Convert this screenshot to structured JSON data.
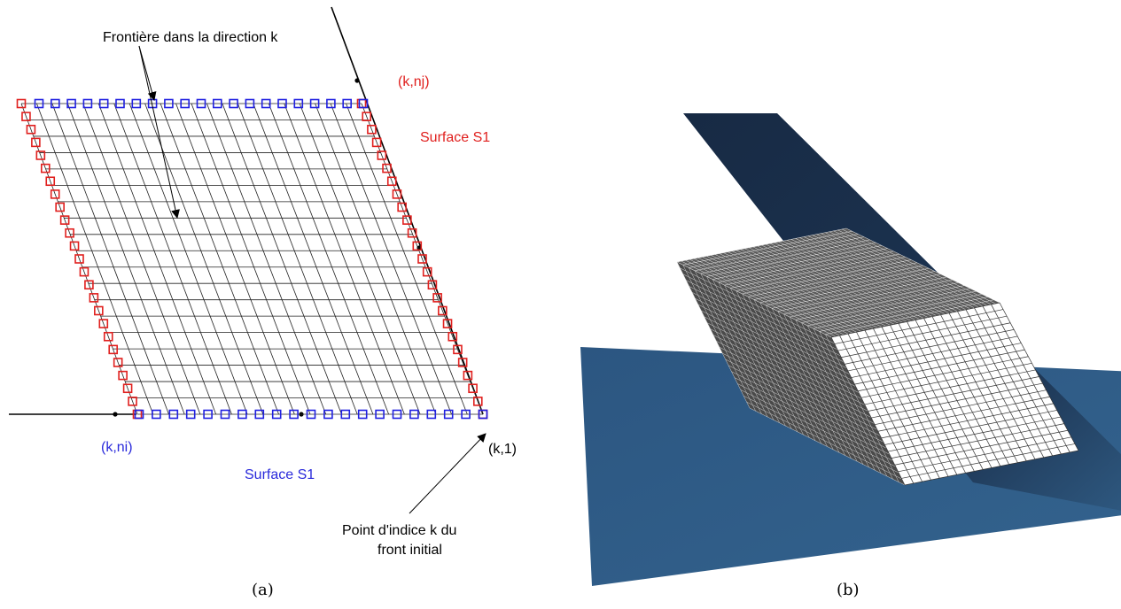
{
  "panel_a": {
    "label_frontier": "Frontière dans la direction k",
    "label_knj": "(k,nj)",
    "label_surface_top": "Surface S1",
    "label_kni": "(k,ni)",
    "label_surface_bottom": "Surface S1",
    "label_k1": "(k,1)",
    "label_point_line1": "Point d'indice k du",
    "label_point_line2": "front initial",
    "caption": "(a)"
  },
  "panel_b": {
    "caption": "(b)"
  },
  "colors": {
    "red_markers": "#e0201e",
    "blue_markers": "#2020e0",
    "red_text": "#e0201e",
    "blue_text": "#2a2adb",
    "mesh_line": "#222222",
    "surface_dark": "#172a44",
    "surface_light": "#315f8a"
  }
}
